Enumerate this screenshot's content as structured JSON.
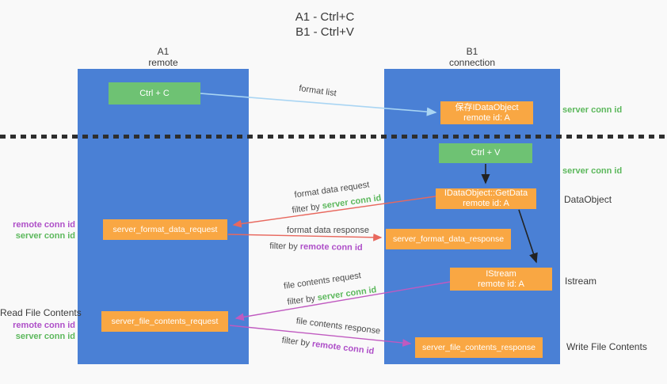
{
  "title": {
    "line1": "A1 - Ctrl+C",
    "line2": "B1 - Ctrl+V"
  },
  "lanes": {
    "a1": {
      "name": "A1",
      "role": "remote"
    },
    "b1": {
      "name": "B1",
      "role": "connection"
    }
  },
  "nodes": {
    "ctrl_c": {
      "label": "Ctrl + C"
    },
    "save_idataobject": {
      "title": "保存IDataObject",
      "subtitle": "remote id: A"
    },
    "ctrl_v": {
      "label": "Ctrl + V"
    },
    "idataobject_getdata": {
      "title": "IDataObject::GetData",
      "subtitle": "remote id: A"
    },
    "server_format_data_request": {
      "label": "server_format_data_request"
    },
    "server_format_data_response": {
      "label": "server_format_data_response"
    },
    "istream": {
      "title": "IStream",
      "subtitle": "remote id: A"
    },
    "server_file_contents_request": {
      "label": "server_file_contents_request"
    },
    "server_file_contents_response": {
      "label": "server_file_contents_response"
    }
  },
  "flow_labels": {
    "format_list": "format list",
    "format_data_request": "format data request",
    "format_data_request_filter_prefix": "filter by",
    "format_data_request_filter_key": "server conn id",
    "format_data_response": "format data response",
    "format_data_response_filter_prefix": "filter by",
    "format_data_response_filter_key": "remote conn id",
    "file_contents_request": "file contents request",
    "file_contents_request_filter_prefix": "filter by",
    "file_contents_request_filter_key": "server conn id",
    "file_contents_response": "file contents response",
    "file_contents_response_filter_prefix": "filter by",
    "file_contents_response_filter_key": "remote conn id"
  },
  "side_labels": {
    "right_server_conn_id_top": "server conn id",
    "right_server_conn_id_mid": "server conn id",
    "right_dataobject": "DataObject",
    "right_istream": "Istream",
    "right_write_file_contents": "Write File Contents",
    "left_remote_conn_id_top": "remote conn id",
    "left_server_conn_id_top": "server conn id",
    "left_read_file_contents": "Read File Contents",
    "left_remote_conn_id_bottom": "remote conn id",
    "left_server_conn_id_bottom": "server conn id"
  },
  "colors": {
    "lane_blue": "#4a80d5",
    "node_green": "#6ec273",
    "node_orange": "#f9a743",
    "accent_green": "#5cb85c",
    "accent_purple": "#ae4fc8",
    "arrow_blue": "#a9d5f3",
    "arrow_red": "#e8685e",
    "arrow_magenta": "#c05ac0",
    "arrow_black": "#222222"
  }
}
